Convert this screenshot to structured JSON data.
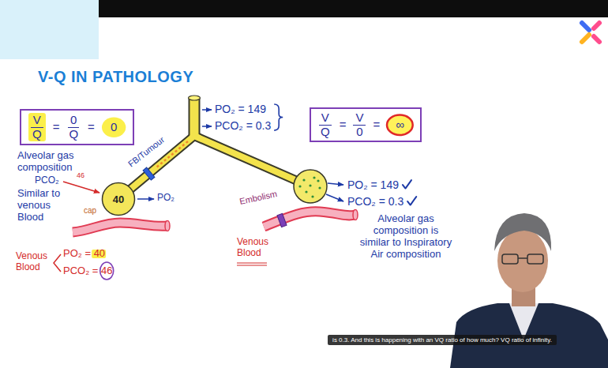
{
  "diagram": {
    "title": "V-Q IN PATHOLOGY",
    "nodes": [
      {
        "text": [
          "V",
          "Q",
          "=",
          "0",
          "Q",
          "=",
          "0"
        ]
      },
      {
        "text": [
          "V",
          "Q",
          "=",
          "V",
          "0",
          "=",
          "∞"
        ]
      },
      {
        "text": [
          "40"
        ]
      },
      {
        "text": [
          "is 0.3. And this is happening with an VQ ratio of how much? VQ ratio of infinity."
        ]
      }
    ],
    "labels": [
      "PO₂ = 149",
      "PCO₂ = 0.3",
      "FB/Tumour",
      "Alveolar gas composition",
      "PCO₂",
      "46",
      "Similar to venous Blood",
      "PO₂",
      "cap",
      "Venous Blood",
      "PO₂ = 40",
      "PCO₂ = 46",
      "Embolism",
      "Venous Blood",
      "PO₂ = 149",
      "PCO₂ = 0.3",
      "Alveolar gas composition is similar to Inspiratory Air composition"
    ]
  }
}
